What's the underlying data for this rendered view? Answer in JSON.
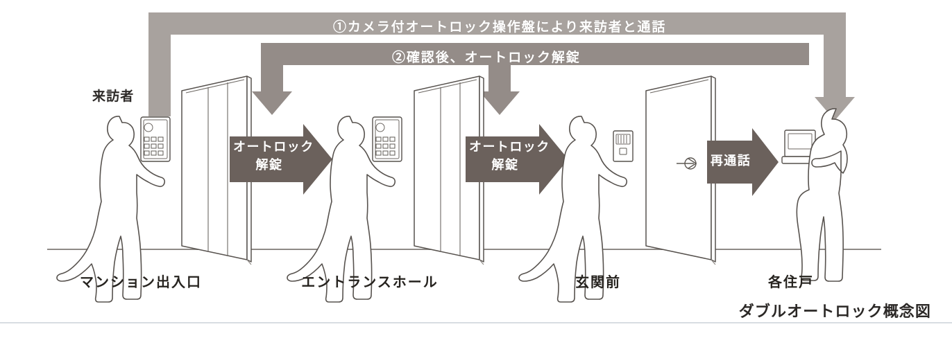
{
  "figure": {
    "caption": "ダブルオートロック概念図",
    "ground_line_color": "#8e8a86"
  },
  "colors": {
    "flow_bar_1": "#a8a29e",
    "flow_bar_2": "#948c88",
    "callout_arrow": "#6b615c",
    "outline": "#55504c",
    "text_dark": "#2e2b29",
    "text_light": "#ffffff",
    "background": "#ffffff"
  },
  "flows": [
    {
      "id": "flow-1",
      "number": "①",
      "label": "①カメラ付オートロック操作盤により来訪者と通話",
      "color": "#a8a29e",
      "from": "マンション出入口",
      "to": "各住戸"
    },
    {
      "id": "flow-2",
      "number": "②",
      "label": "②確認後、オートロック解錠",
      "color": "#948c88",
      "from": "各住戸",
      "to": "エントランスホール"
    }
  ],
  "action_arrows": [
    {
      "id": "unlock-1",
      "line1": "オートロック",
      "line2": "解錠",
      "color": "#6b615c"
    },
    {
      "id": "unlock-2",
      "line1": "オートロック",
      "line2": "解錠",
      "color": "#6b615c"
    },
    {
      "id": "recall",
      "line1": "再通話",
      "line2": "",
      "color": "#6b615c"
    }
  ],
  "scenes": [
    {
      "id": "scene-entrance",
      "label": "マンション出入口",
      "person": "来訪者",
      "person_label_visible": true,
      "device": "intercom-panel-with-camera"
    },
    {
      "id": "scene-hall",
      "label": "エントランスホール",
      "person": "来訪者",
      "person_label_visible": false,
      "device": "intercom-panel-with-camera"
    },
    {
      "id": "scene-door",
      "label": "玄関前",
      "person": "来訪者",
      "person_label_visible": false,
      "device": "door-intercom-panel"
    },
    {
      "id": "scene-dwelling",
      "label": "各住戸",
      "person": "居住者",
      "person_label_visible": false,
      "device": "indoor-monitor"
    }
  ]
}
